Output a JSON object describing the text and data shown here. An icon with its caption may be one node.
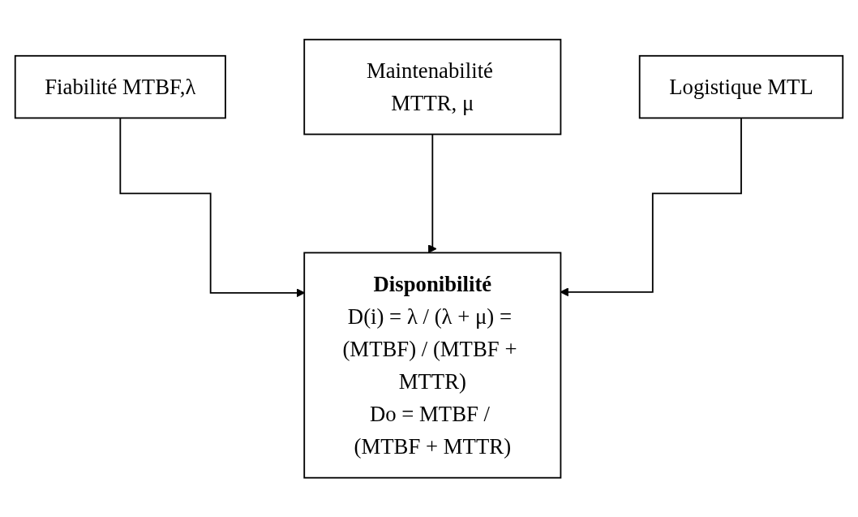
{
  "diagram": {
    "nodes": [
      {
        "text": [
          "Fiabilité MTBF,λ"
        ]
      },
      {
        "text": [
          "Maintenabilité MTTR, μ"
        ]
      },
      {
        "text": [
          "Logistique MTL"
        ]
      },
      {
        "text": [
          "Disponibilité",
          "D(i) = λ / (λ + μ) = (MTBF) / (MTBF + MTTR)",
          "Do = MTBF / (MTBF + MTTR)"
        ]
      }
    ],
    "edges": [
      {
        "from": 0,
        "to": 3,
        "arrow": "to"
      },
      {
        "from": 1,
        "to": 3,
        "arrow": "to"
      },
      {
        "from": 2,
        "to": 3,
        "arrow": "to"
      }
    ]
  }
}
